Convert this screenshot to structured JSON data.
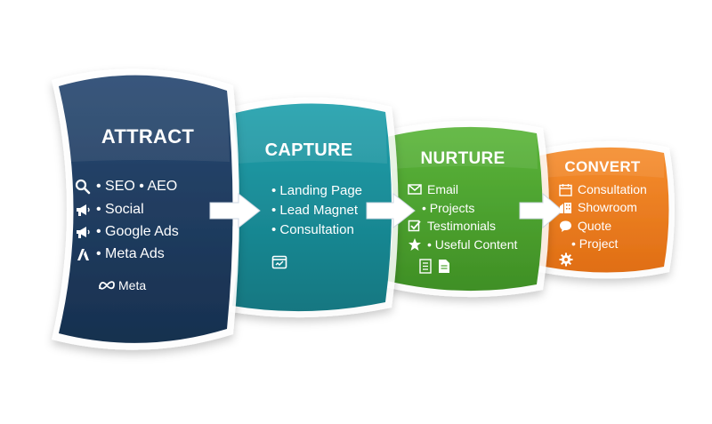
{
  "stages": [
    {
      "title": "ATTRACT",
      "color": "#1e3a5f",
      "items": [
        {
          "icon": "search-icon",
          "text": "• SEO • AEO"
        },
        {
          "icon": "megaphone-icon",
          "text": "• Social"
        },
        {
          "icon": "megaphone-icon",
          "text": "• Google Ads"
        },
        {
          "icon": "google-ads-icon",
          "text": "• Meta Ads"
        }
      ],
      "logo_text": "Meta"
    },
    {
      "title": "CAPTURE",
      "color": "#1a8a96",
      "items": [
        {
          "text": "• Landing Page"
        },
        {
          "text": "• Lead Magnet"
        },
        {
          "text": "• Consultation"
        }
      ],
      "footer_icon": "form-icon"
    },
    {
      "title": "NURTURE",
      "color": "#4ba22d",
      "items": [
        {
          "icon": "envelope-icon",
          "text": "Email"
        },
        {
          "text": "• Projects"
        },
        {
          "icon": "checkbox-icon",
          "text": "Testimonials"
        },
        {
          "icon": "star-icon",
          "text": "• Useful Content"
        }
      ],
      "footer_icons": [
        "checklist-icon",
        "document-icon"
      ]
    },
    {
      "title": "CONVERT",
      "color": "#ec7a1e",
      "items": [
        {
          "icon": "calendar-icon",
          "text": "Consultation"
        },
        {
          "icon": "building-icon",
          "text": "Showroom"
        },
        {
          "icon": "chat-icon",
          "text": "Quote"
        },
        {
          "text": "• Project"
        }
      ],
      "footer_icon": "gear-icon"
    }
  ],
  "arrow_color": "#ffffff"
}
